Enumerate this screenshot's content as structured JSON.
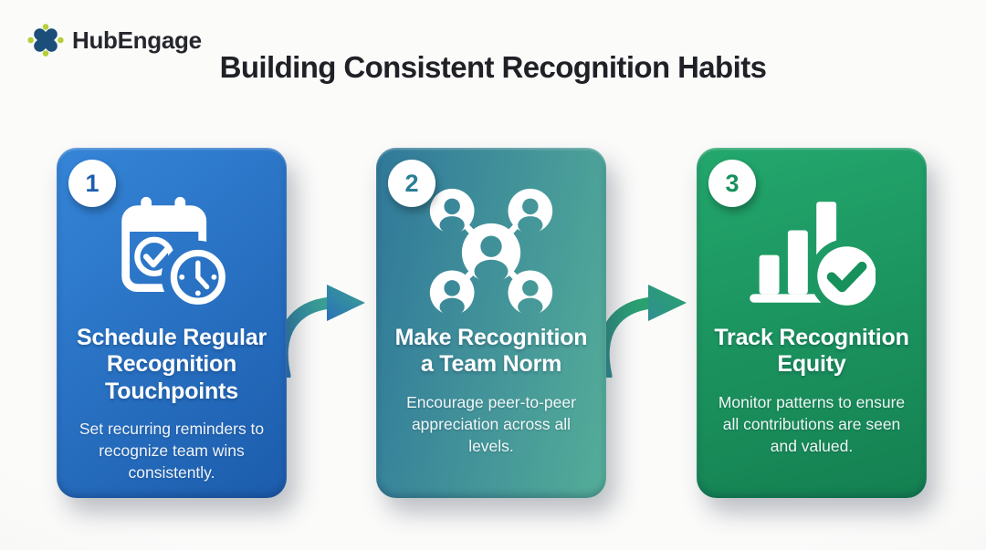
{
  "brand": {
    "name": "HubEngage",
    "icon": "pinwheel-x-icon",
    "icon_color": "#1b4e79",
    "dot_color": "#b6ce3a",
    "text_color": "#26272d"
  },
  "title": "Building Consistent Recognition Habits",
  "title_color": "#1f2126",
  "background_color": "#f7f7f5",
  "steps": [
    {
      "number": "1",
      "heading": "Schedule Regular Recognition Touchpoints",
      "body": "Set recurring reminders to recognize team wins consistently.",
      "icon": "calendar-check-clock-icon",
      "colors": {
        "start": "#3585d8",
        "end": "#1c5cac",
        "angle": "140deg",
        "accent": "#1d5fae"
      }
    },
    {
      "number": "2",
      "heading": "Make Recognition a Team Norm",
      "body": "Encourage peer-to-peer appreciation across all levels.",
      "icon": "people-network-icon",
      "colors": {
        "start": "#30789a",
        "end": "#54ad98",
        "angle": "100deg",
        "accent": "#2b7e95"
      }
    },
    {
      "number": "3",
      "heading": "Track Recognition Equity",
      "body": "Monitor patterns to ensure all contributions are seen and valued.",
      "icon": "bar-chart-check-icon",
      "colors": {
        "start": "#23a76d",
        "end": "#148051",
        "angle": "165deg",
        "accent": "#17915c"
      }
    }
  ],
  "arrows": [
    {
      "icon": "curved-arrow-right-icon",
      "tail": "#2a72b8",
      "head": "#3ba290"
    },
    {
      "icon": "curved-arrow-right-icon",
      "tail": "#2f8f91",
      "head": "#2aa36b"
    }
  ]
}
